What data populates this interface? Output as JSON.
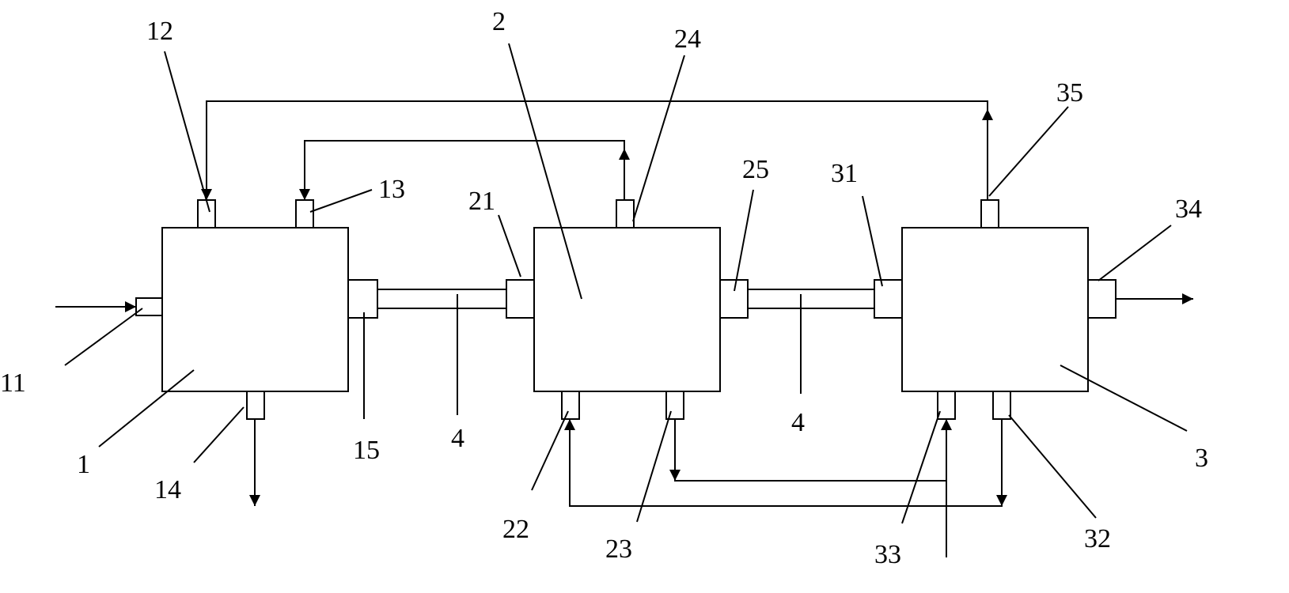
{
  "diagram": {
    "line_color": "#000000",
    "background": "#ffffff",
    "vessels": [
      {
        "id": "1",
        "label": "1"
      },
      {
        "id": "2",
        "label": "2"
      },
      {
        "id": "3",
        "label": "3"
      }
    ],
    "ports": {
      "p11": "11",
      "p12": "12",
      "p13": "13",
      "p14": "14",
      "p15": "15",
      "p21": "21",
      "p22": "22",
      "p23": "23",
      "p24": "24",
      "p25": "25",
      "p31": "31",
      "p32": "32",
      "p33": "33",
      "p34": "34",
      "p35": "35"
    },
    "pipe_label": "4"
  }
}
